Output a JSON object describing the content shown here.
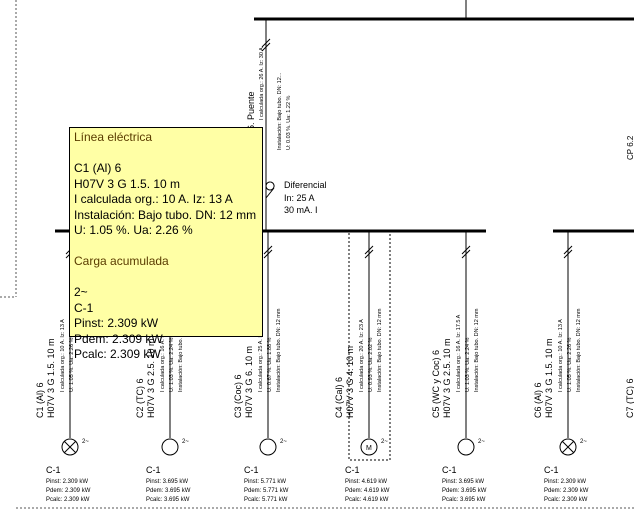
{
  "main_feeder": {
    "name": "6. Puente",
    "info": [
      "Instalación: Bajo tubo. DN: 12...",
      "I calculada org.: 26 A. Iz: 30 A",
      "U: 0.03 %. Ua: 1.22 %"
    ]
  },
  "differential": {
    "title": "Diferencial",
    "in_label": "In: 25 A",
    "sens_label": "30 mA. I"
  },
  "right_edge_label": "CP 6.2",
  "right_cut_label": "C7 (TC) 6",
  "circuits": [
    {
      "id": "c1",
      "name": "C1 (Al) 6",
      "cable": "H07V 3 G 1.5. 10 m",
      "calc": "I calculada org.: 10 A. Iz: 13 A",
      "volt": "U: 1.05 %. Ua: 2.26 %",
      "install": "",
      "load_type": "lamp",
      "phase": "2~",
      "load": "C-1",
      "pinst": "Pinst: 2.309 kW",
      "pdem": "Pdem: 2.309 kW",
      "pcalc": "Pcalc: 2.309 kW"
    },
    {
      "id": "c2",
      "name": "C2 (TC) 6",
      "cable": "H07V 3 G 2.5. 10 m",
      "calc": "I calculada org.: 16 A. Iz: 21 A",
      "volt": "U: 1.03 %. Ua: 2.24 %",
      "install": "Instalación: Bajo tubo. DN: 12 mm",
      "load_type": "socket",
      "phase": "2~",
      "load": "C-1",
      "pinst": "Pinst: 3.695 kW",
      "pdem": "Pdem: 3.695 kW",
      "pcalc": "Pcalc: 3.695 kW"
    },
    {
      "id": "c3",
      "name": "C3 (Coc) 6",
      "cable": "H07V 3 G 6. 10 m",
      "calc": "I calculada org.: 25 A. Iz: 36 A",
      "volt": "U: 0.67 %. Ua: 1.88 %",
      "install": "Instalación: Bajo tubo. DN: 12 mm",
      "load_type": "socket",
      "phase": "2~",
      "load": "C-1",
      "pinst": "Pinst: 5.771 kW",
      "pdem": "Pdem: 5.771 kW",
      "pcalc": "Pcalc: 5.771 kW"
    },
    {
      "id": "c4",
      "name": "C4 (Cal) 6",
      "cable": "H07V 3 G 4. 10 m",
      "calc": "I calculada org.: 20 A. Iz: 23 A",
      "volt": "U: 0.93 %. Ua: 2.02 %",
      "install": "Instalación: Bajo tubo. DN: 12 mm",
      "load_type": "motor",
      "phase": "2~",
      "load": "C-1",
      "pinst": "Pinst: 4.619 kW",
      "pdem": "Pdem: 4.619 kW",
      "pcalc": "Pcalc: 4.619 kW"
    },
    {
      "id": "c5",
      "name": "C5 (WC y Coc) 6",
      "cable": "H07V 3 G 2.5. 10 m",
      "calc": "I calculada org.: 16 A. Iz: 17.5 A",
      "volt": "U: 1.03 %. Ua: 2.24 %",
      "install": "Instalación: Bajo tubo. DN: 12 mm",
      "load_type": "socket",
      "phase": "2~",
      "load": "C-1",
      "pinst": "Pinst: 3.695 kW",
      "pdem": "Pdem: 3.695 kW",
      "pcalc": "Pcalc: 3.695 kW"
    },
    {
      "id": "c6",
      "name": "C6 (Al) 6",
      "cable": "H07V 3 G 1.5. 10 m",
      "calc": "I calculada org.: 10 A. Iz: 13 A",
      "volt": "U: 1.05 %. Ua: 2.26 %",
      "install": "Instalación: Bajo tubo. DN: 12 mm",
      "load_type": "lamp",
      "phase": "2~",
      "load": "C-1",
      "pinst": "Pinst: 2.309 kW",
      "pdem": "Pdem: 2.309 kW",
      "pcalc": "Pcalc: 2.309 kW"
    }
  ],
  "tooltip": {
    "section1": "Línea eléctrica",
    "l1": "C1 (Al) 6",
    "l2": "H07V 3 G 1.5. 10 m",
    "l3": "I calculada org.: 10 A. Iz: 13 A",
    "l4": "Instalación: Bajo tubo. DN: 12 mm",
    "l5": "U: 1.05 %. Ua: 2.26 %",
    "section2": "Carga acumulada",
    "m1": "2~",
    "m2": "C-1",
    "m3": "Pinst: 2.309 kW",
    "m4": "Pdem: 2.309 kW",
    "m5": "Pcalc: 2.309 kW"
  }
}
